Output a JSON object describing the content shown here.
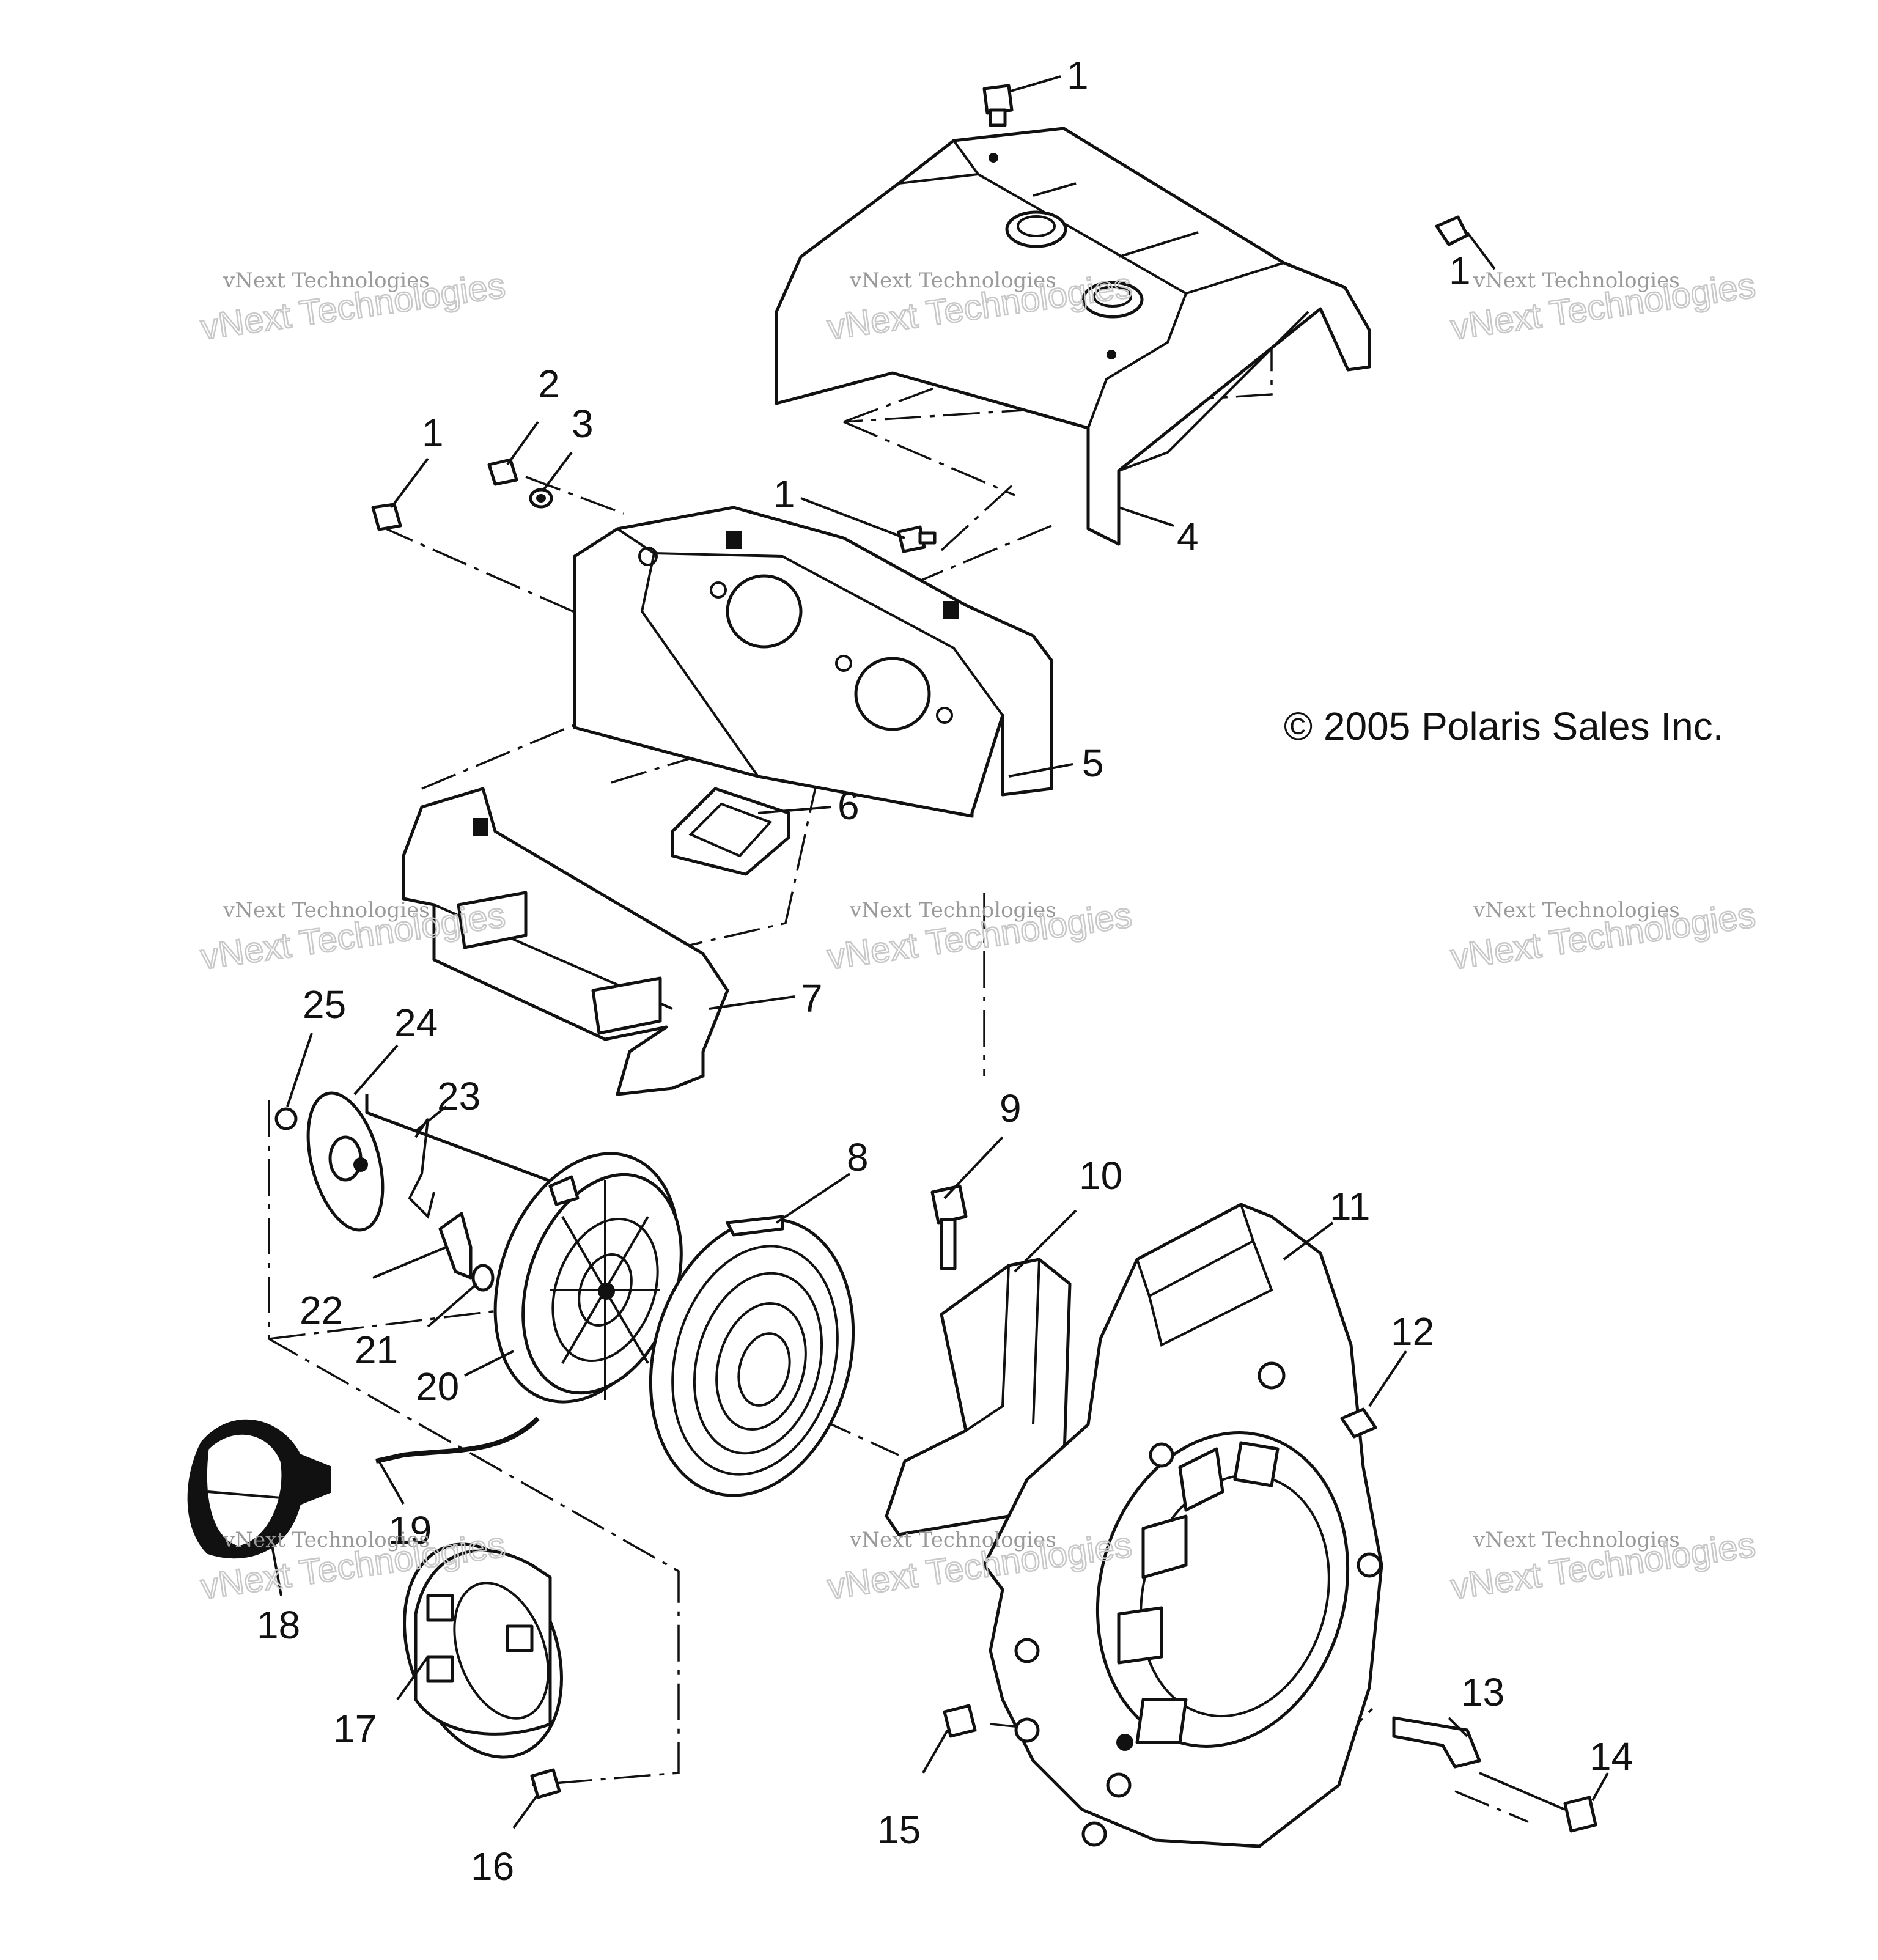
{
  "copyright": "© 2005 Polaris Sales Inc.",
  "watermark": {
    "line1": "vNext Technologies",
    "line2": "vNext Technologies"
  },
  "callouts": [
    "1",
    "1",
    "1",
    "1",
    "2",
    "3",
    "4",
    "5",
    "6",
    "7",
    "8",
    "9",
    "10",
    "11",
    "12",
    "13",
    "14",
    "15",
    "16",
    "17",
    "18",
    "19",
    "20",
    "21",
    "22",
    "23",
    "24",
    "25"
  ]
}
